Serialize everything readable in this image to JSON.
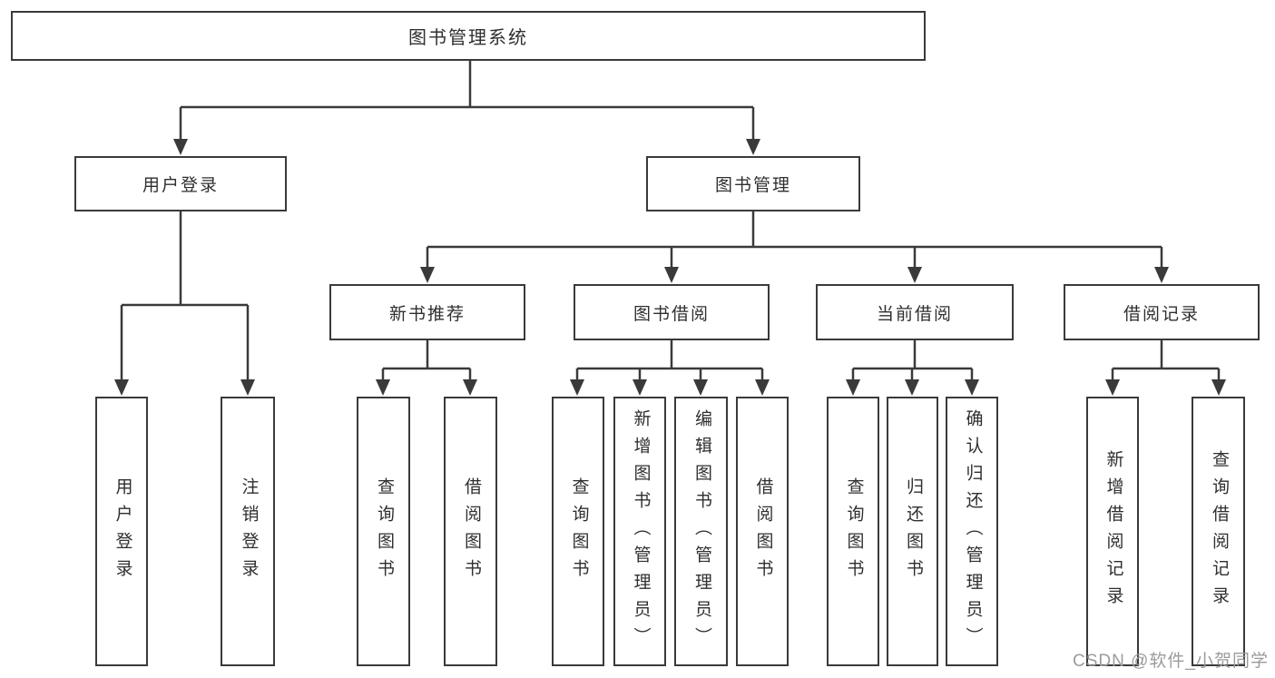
{
  "diagram": {
    "title_hint": "functional structure tree",
    "root": {
      "label": "图书管理系统"
    },
    "branches": [
      {
        "label": "用户登录",
        "leaves": [
          {
            "label": "用户登录"
          },
          {
            "label": "注销登录"
          }
        ]
      },
      {
        "label": "图书管理",
        "children": [
          {
            "label": "新书推荐",
            "leaves": [
              {
                "label": "查询图书"
              },
              {
                "label": "借阅图书"
              }
            ]
          },
          {
            "label": "图书借阅",
            "leaves": [
              {
                "label": "查询图书"
              },
              {
                "label": "新增图书（管理员）"
              },
              {
                "label": "编辑图书（管理员）"
              },
              {
                "label": "借阅图书"
              }
            ]
          },
          {
            "label": "当前借阅",
            "leaves": [
              {
                "label": "查询图书"
              },
              {
                "label": "归还图书"
              },
              {
                "label": "确认归还（管理员）"
              }
            ]
          },
          {
            "label": "借阅记录",
            "leaves": [
              {
                "label": "新增借阅记录"
              },
              {
                "label": "查询借阅记录"
              }
            ]
          }
        ]
      }
    ]
  },
  "watermark": {
    "text": "CSDN @软件_小贺同学"
  },
  "colors": {
    "line": "#3a3a3a",
    "text": "#2f2f2f",
    "box_background": "#ffffff",
    "page_background": "#ffffff",
    "watermark": "#9b9b9b"
  }
}
